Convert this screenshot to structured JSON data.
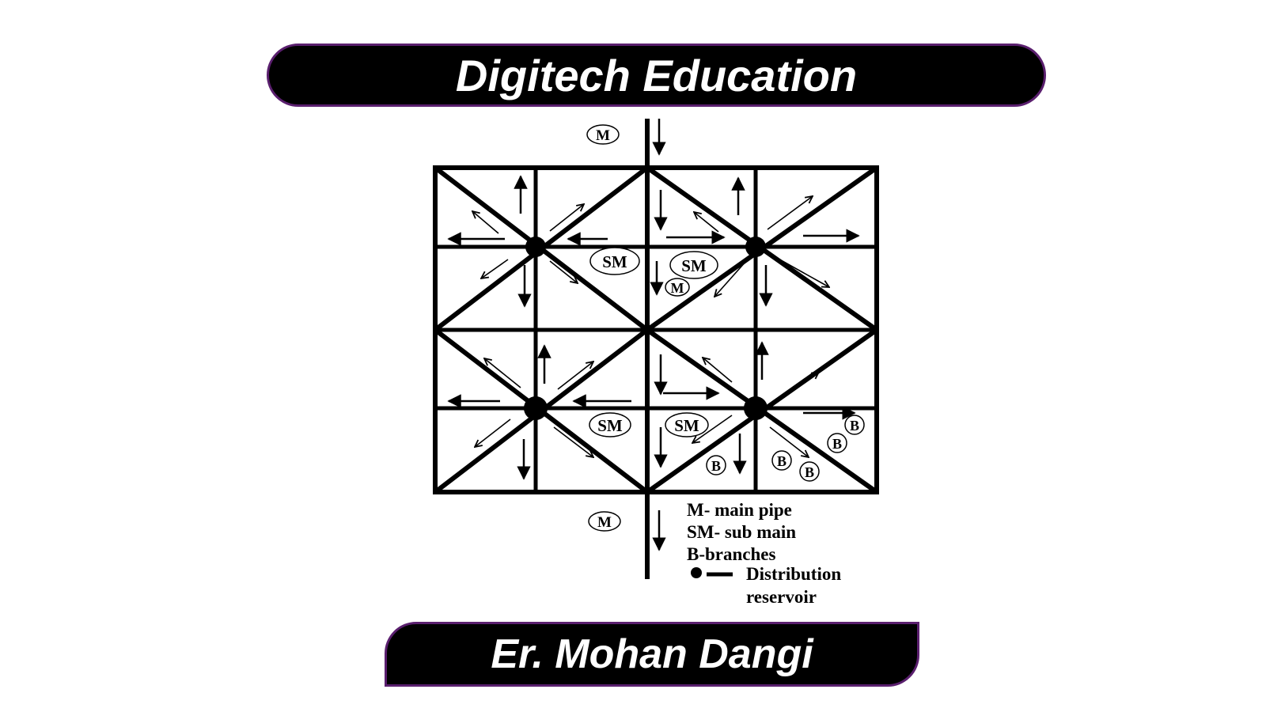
{
  "header": {
    "title": "Digitech Education"
  },
  "footer": {
    "author": "Er. Mohan Dangi"
  },
  "diagram": {
    "labels": {
      "main": "M",
      "sub_main": "SM",
      "branch": "B"
    },
    "legend": {
      "main": "M- main pipe",
      "sub_main": "SM- sub main",
      "branches": "B-branches",
      "reservoir_line1": "Distribution",
      "reservoir_line2": "reservoir"
    }
  },
  "colors": {
    "banner_bg": "#000000",
    "banner_border": "#5a1f6e",
    "banner_text": "#ffffff"
  }
}
